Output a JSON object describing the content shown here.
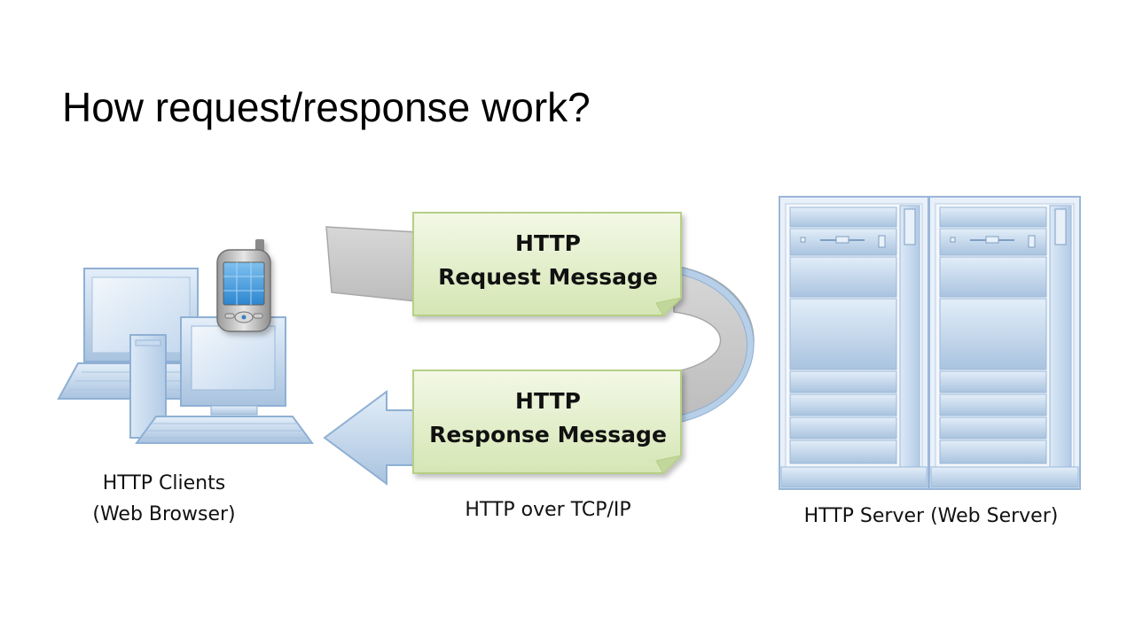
{
  "slide": {
    "title": "How request/response work?"
  },
  "diagram": {
    "request_box": {
      "line1": "HTTP",
      "line2": "Request Message"
    },
    "response_box": {
      "line1": "HTTP",
      "line2": "Response Message"
    },
    "transport_label": "HTTP over TCP/IP",
    "client_label": {
      "line1": "HTTP Clients",
      "line2": "(Web Browser)"
    },
    "server_label": "HTTP Server (Web Server)",
    "icons": [
      "desktop-computer-icon",
      "laptop-icon",
      "smartphone-icon",
      "server-rack-icon"
    ]
  }
}
